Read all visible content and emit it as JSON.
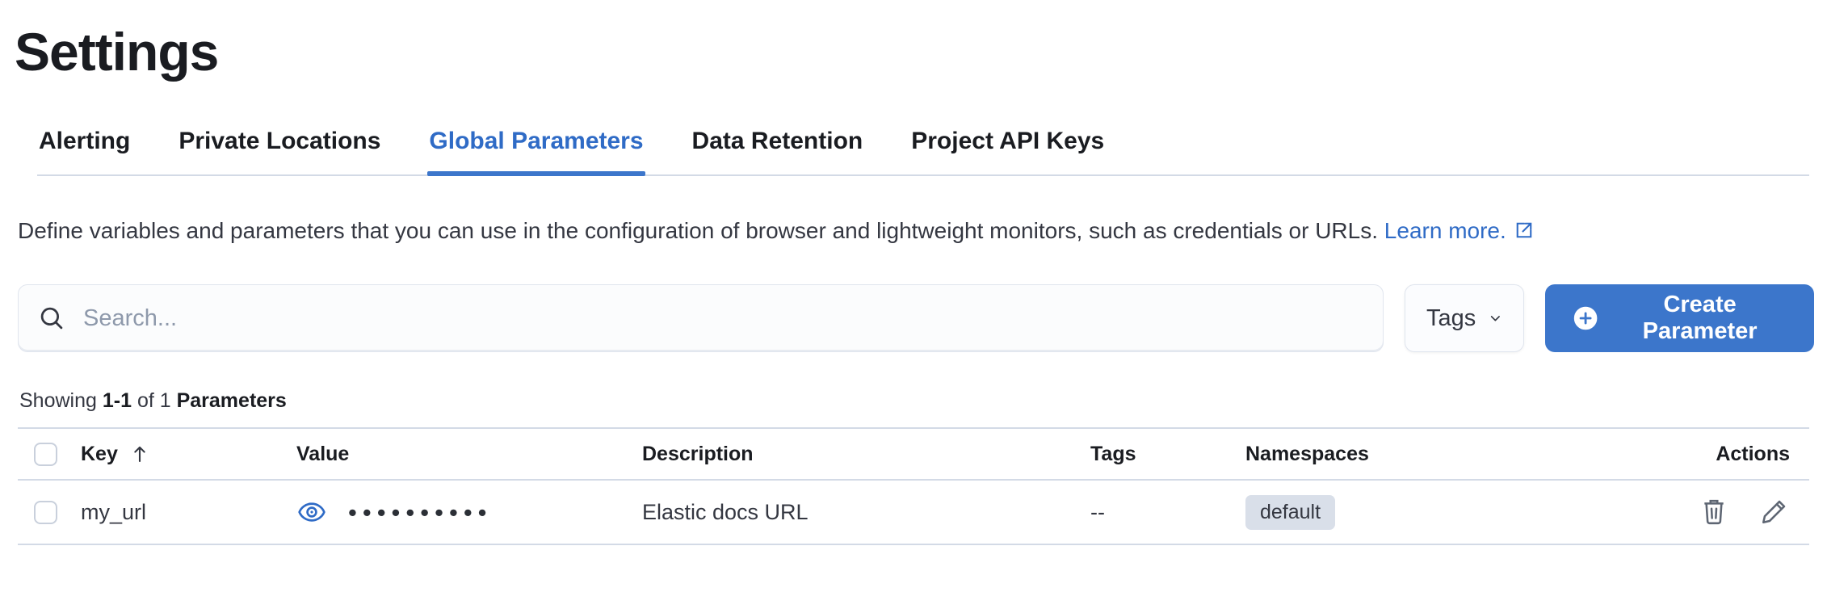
{
  "page": {
    "title": "Settings"
  },
  "tabs": [
    {
      "label": "Alerting"
    },
    {
      "label": "Private Locations"
    },
    {
      "label": "Global Parameters"
    },
    {
      "label": "Data Retention"
    },
    {
      "label": "Project API Keys"
    }
  ],
  "description": {
    "text": "Define variables and parameters that you can use in the configuration of browser and lightweight monitors, such as credentials or URLs.",
    "link_label": "Learn more."
  },
  "toolbar": {
    "search_placeholder": "Search...",
    "tags_label": "Tags",
    "create_label": "Create Parameter"
  },
  "summary": {
    "showing": "Showing ",
    "range": "1-1",
    "of": " of 1 ",
    "entity": "Parameters"
  },
  "table": {
    "headers": {
      "key": "Key",
      "value": "Value",
      "description": "Description",
      "tags": "Tags",
      "namespaces": "Namespaces",
      "actions": "Actions"
    },
    "row": {
      "key": "my_url",
      "value_masked": "••••••••••",
      "description": "Elastic docs URL",
      "tags": "--",
      "namespace": "default"
    }
  },
  "colors": {
    "primary_button": "#3c76cb",
    "active_tab": "#2f6bc6",
    "link": "#2f6bc6",
    "divider": "#d3dae6",
    "badge_bg": "#d9dfe9"
  }
}
